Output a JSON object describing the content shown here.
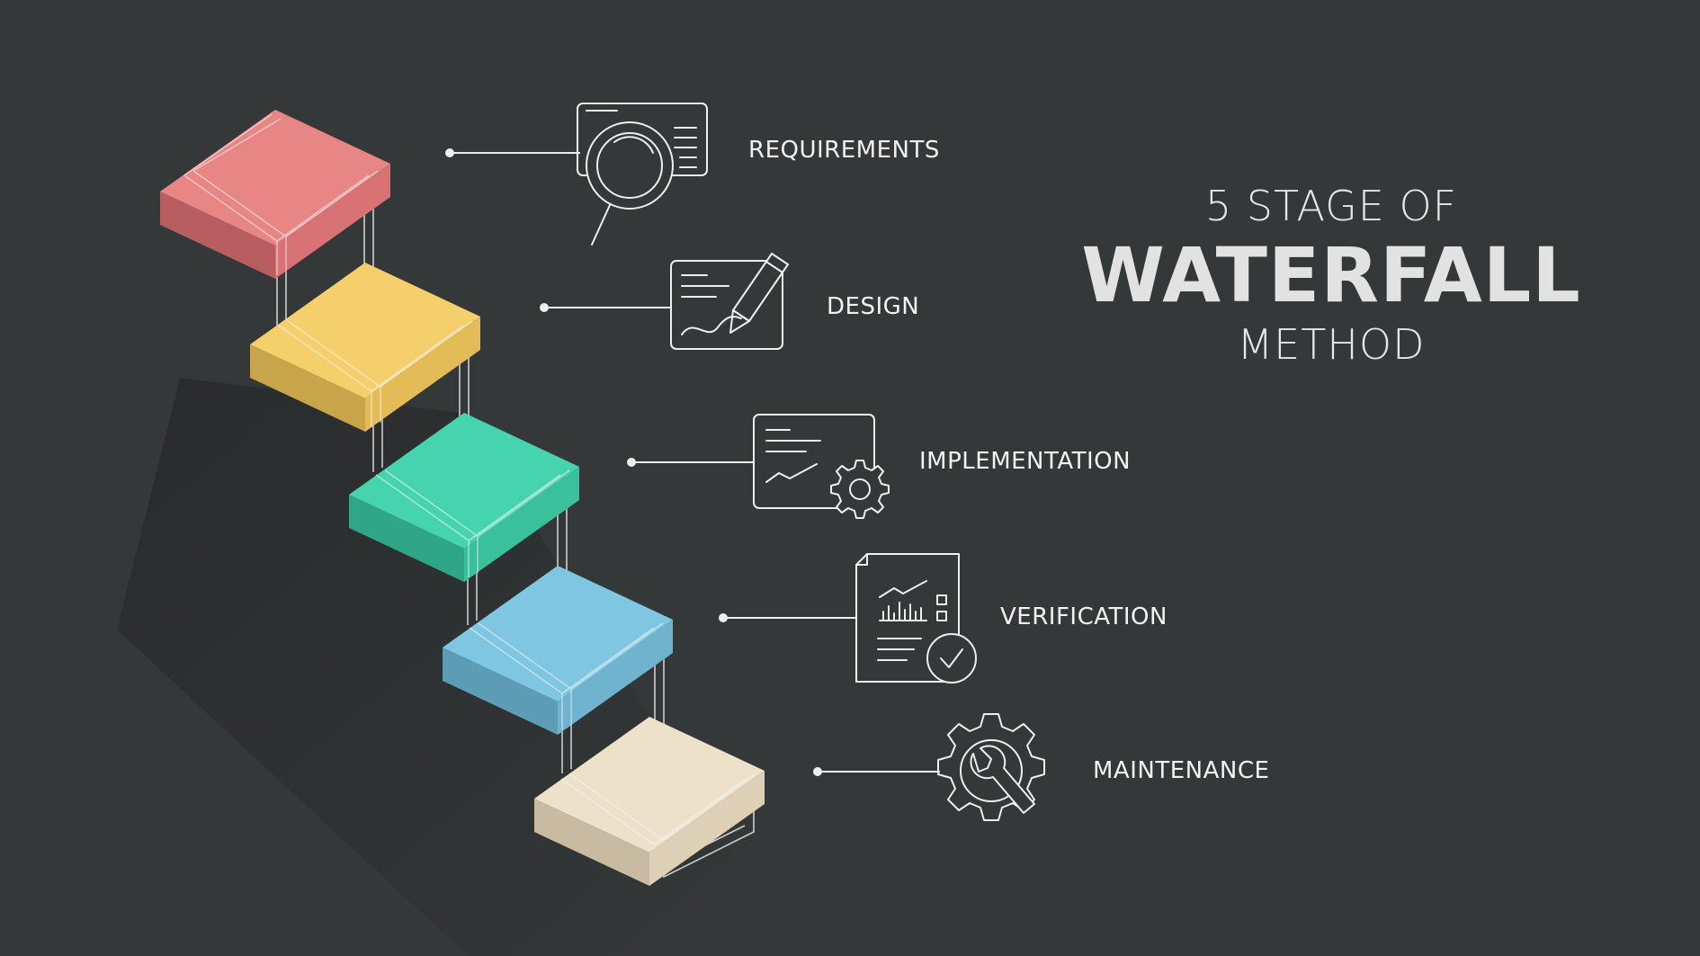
{
  "title": {
    "line1": "5 STAGE OF",
    "line2": "WATERFALL",
    "line3": "METHOD"
  },
  "stages": [
    {
      "label": "REQUIREMENTS",
      "color": "#e88585",
      "icon": "magnifier-document-icon"
    },
    {
      "label": "DESIGN",
      "color": "#f5cf6b",
      "icon": "pencil-sketch-icon"
    },
    {
      "label": "IMPLEMENTATION",
      "color": "#45d4ad",
      "icon": "code-gear-icon"
    },
    {
      "label": "VERIFICATION",
      "color": "#7ec6e2",
      "icon": "report-check-icon"
    },
    {
      "label": "MAINTENANCE",
      "color": "#ede1ca",
      "icon": "gear-wrench-icon"
    }
  ],
  "colors": {
    "background": "#353839",
    "line": "#eeeeee",
    "text": "#f2f2f2"
  }
}
